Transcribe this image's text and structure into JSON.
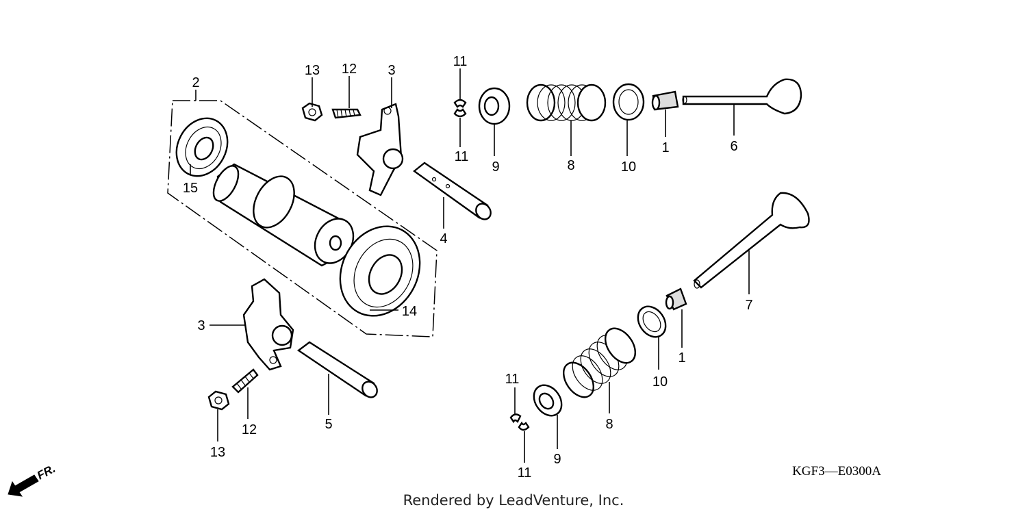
{
  "diagram": {
    "callouts": [
      "2",
      "13",
      "12",
      "3",
      "11",
      "11",
      "9",
      "8",
      "10",
      "1",
      "6",
      "15",
      "4",
      "14",
      "3",
      "5",
      "12",
      "13",
      "7",
      "1",
      "10",
      "8",
      "11",
      "9",
      "11"
    ],
    "diagram_code": "KGF3—E0300A",
    "front_indicator": "FR.",
    "footer": "Rendered by LeadVenture, Inc."
  }
}
